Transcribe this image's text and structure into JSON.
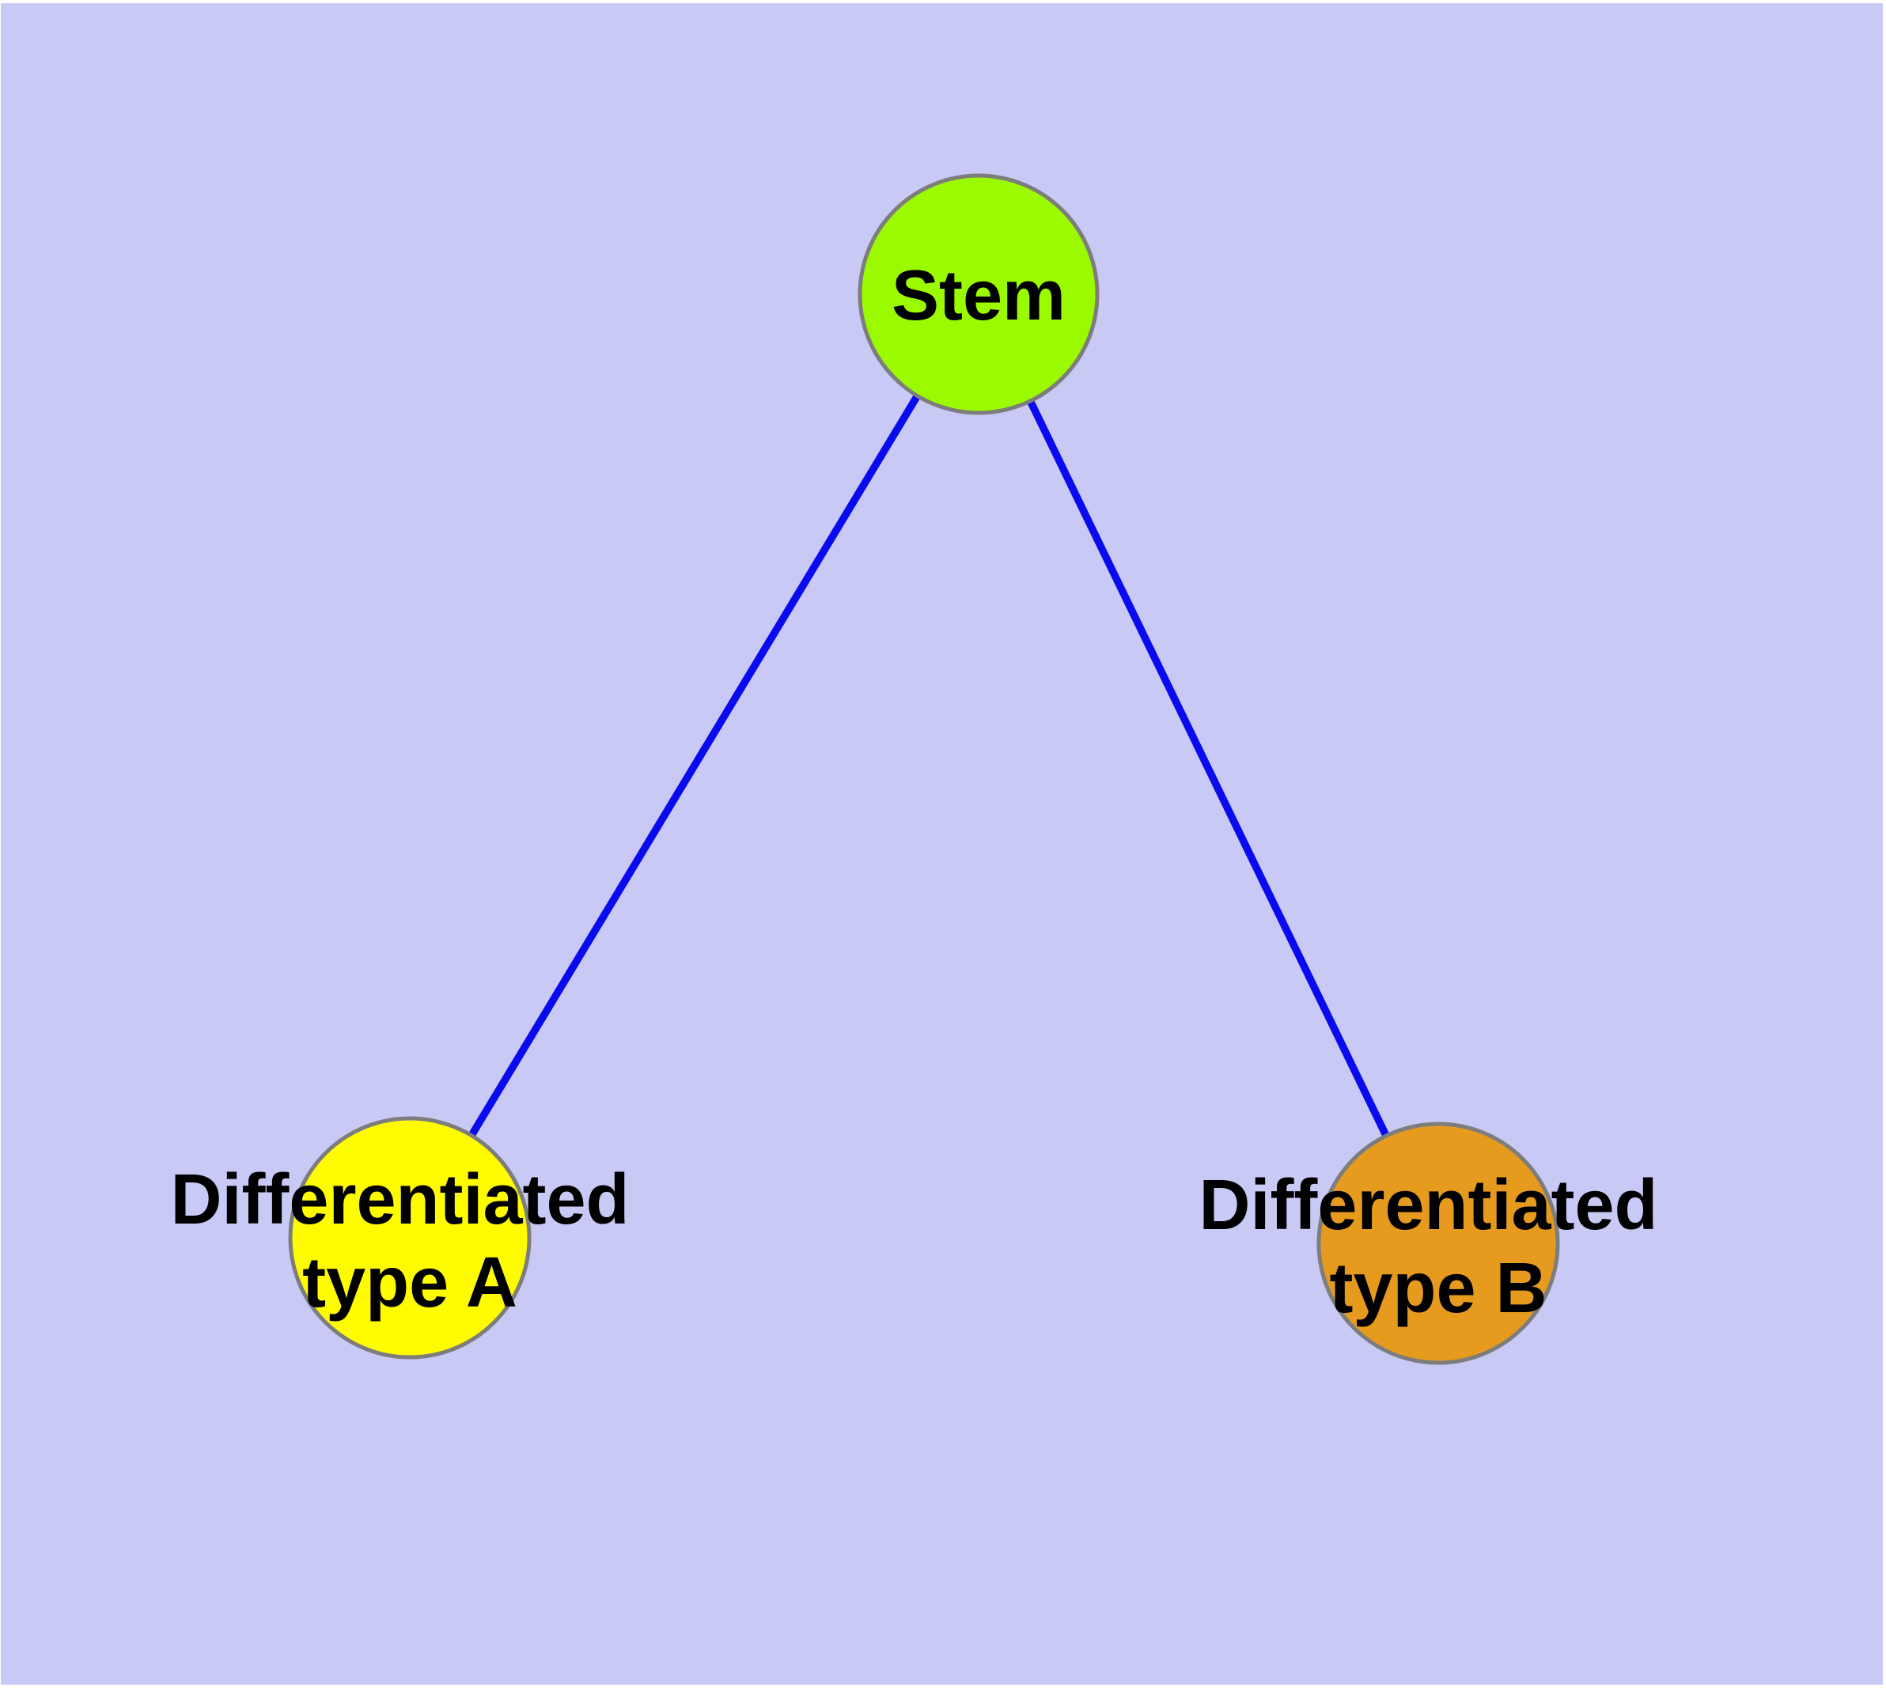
{
  "diagram": {
    "background_color": "#c9c9f5",
    "page_margin_color": "#ffffff",
    "edge_color": "#0a0aee",
    "node_border_color": "#7d7d7d",
    "label_color": "#000000",
    "nodes": [
      {
        "id": "stem",
        "label": "Stem",
        "lines": [
          "Stem"
        ],
        "color": "#9bfa00"
      },
      {
        "id": "differentiated-type-a",
        "label": "Differentiated type A",
        "lines": [
          "Differentiated",
          "type A"
        ],
        "color": "#fffb00"
      },
      {
        "id": "differentiated-type-b",
        "label": "Differentiated type B",
        "lines": [
          "Differentiated",
          "type B"
        ],
        "color": "#e69b1e"
      }
    ],
    "edges": [
      {
        "from": "Stem",
        "to": "Differentiated type A"
      },
      {
        "from": "Stem",
        "to": "Differentiated type B"
      }
    ]
  }
}
